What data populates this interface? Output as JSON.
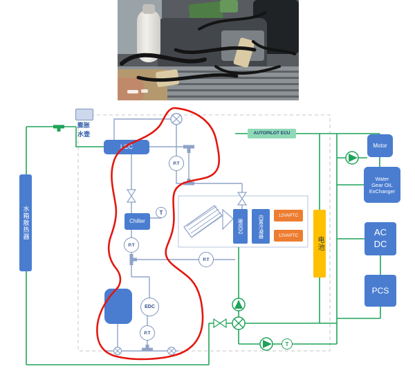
{
  "diagram": {
    "expansion_tank_label": "膨胀\n水壶",
    "radiator_label": "水箱散热器",
    "lcc_label": "LCC",
    "autopilot_label": "AUTOPILOT ECU",
    "motor_label": "Motor",
    "water_gear_label": "Water\nGear OIL\nExChanger",
    "acdc_label": "AC\nDC",
    "pcs_label": "PCS",
    "battery_label": "电池",
    "chiller_label": "Chiller",
    "heater_core_label": "暖风芯",
    "condenser_label": "内置冷凝器",
    "ptc_top_label": "12VAPTC",
    "ptc_bottom_label": "12VAPTC",
    "edc_label": "EDC",
    "pt_label": "P.T",
    "t_label": "T"
  },
  "colors": {
    "component_blue": "#4a7dd0",
    "battery_yellow": "#ffc000",
    "ptc_orange": "#ed7d31",
    "coolant_green": "#1fa358",
    "refrigerant_gray": "#8fa3c8",
    "annotation_red": "#e3170f"
  }
}
